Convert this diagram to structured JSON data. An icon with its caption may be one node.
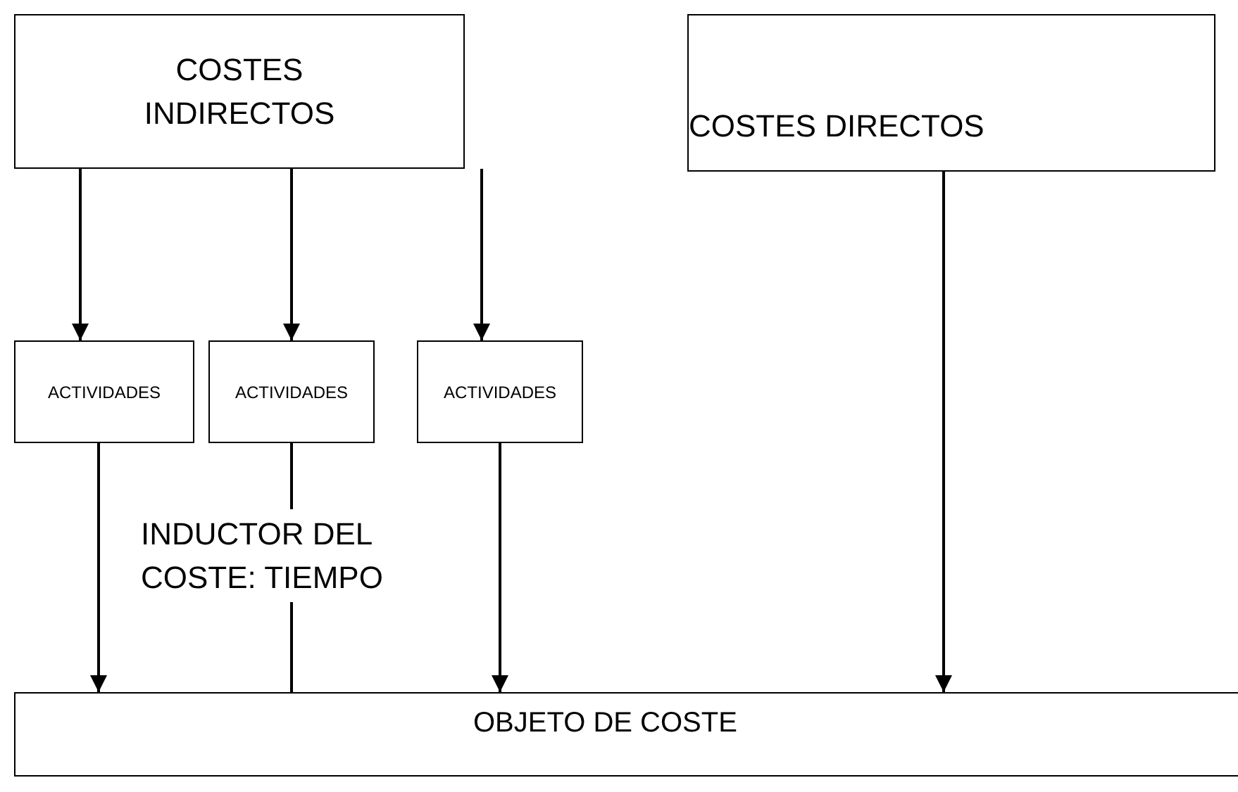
{
  "diagram": {
    "nodes": [
      {
        "text": [
          "COSTES INDIRECTOS"
        ]
      },
      {
        "text": [
          "COSTES DIRECTOS"
        ]
      },
      {
        "text": [
          "ACTIVIDADES"
        ]
      },
      {
        "text": [
          "ACTIVIDADES"
        ]
      },
      {
        "text": [
          "ACTIVIDADES"
        ]
      },
      {
        "text": [
          "OBJETO DE COSTE"
        ]
      }
    ],
    "edges": [
      {
        "from": 0,
        "to": 2,
        "arrow": "to"
      },
      {
        "from": 0,
        "to": 3,
        "arrow": "to"
      },
      {
        "from": 0,
        "to": 4,
        "arrow": "to"
      },
      {
        "from": 2,
        "to": 5,
        "arrow": "to"
      },
      {
        "from": 3,
        "to": 5,
        "arrow": "none",
        "label": "INDUCTOR DEL COSTE: TIEMPO"
      },
      {
        "from": 4,
        "to": 5,
        "arrow": "to"
      },
      {
        "from": 1,
        "to": 5,
        "arrow": "to"
      }
    ]
  }
}
